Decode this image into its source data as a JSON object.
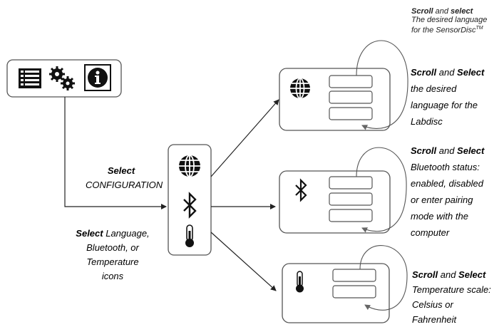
{
  "top_note": {
    "bold1": "Scroll",
    "mid": " and ",
    "bold2": "select",
    "line2": "The desired language",
    "line3": "for the SensorDisc",
    "tm": "TM"
  },
  "select_config": {
    "bold": "Select",
    "text": "CONFIGURATION"
  },
  "select_icons": {
    "bold": "Select",
    "text1": " Language,",
    "text2": "Bluetooth, or",
    "text3": "Temperature",
    "text4": "icons"
  },
  "language_note": {
    "bold1": "Scroll",
    "mid": " and ",
    "bold2": "Select",
    "line2": "the desired",
    "line3": "language for the",
    "line4": "Labdisc"
  },
  "bluetooth_note": {
    "bold1": "Scroll",
    "mid": " and ",
    "bold2": "Select",
    "line2": "Bluetooth status:",
    "line3": "enabled, disabled",
    "line4": "or enter pairing",
    "line5": "mode with the",
    "line6": "computer"
  },
  "temperature_note": {
    "bold1": "Scroll",
    "mid": " and ",
    "bold2": "Select",
    "line2": "Temperature scale:",
    "line3": "Celsius or",
    "line4": "Fahrenheit"
  },
  "icons": {
    "menu": "list-icon",
    "config": "gears-icon",
    "info": "info-icon",
    "language": "globe-icon",
    "bluetooth": "bluetooth-icon",
    "temperature": "thermometer-icon"
  }
}
